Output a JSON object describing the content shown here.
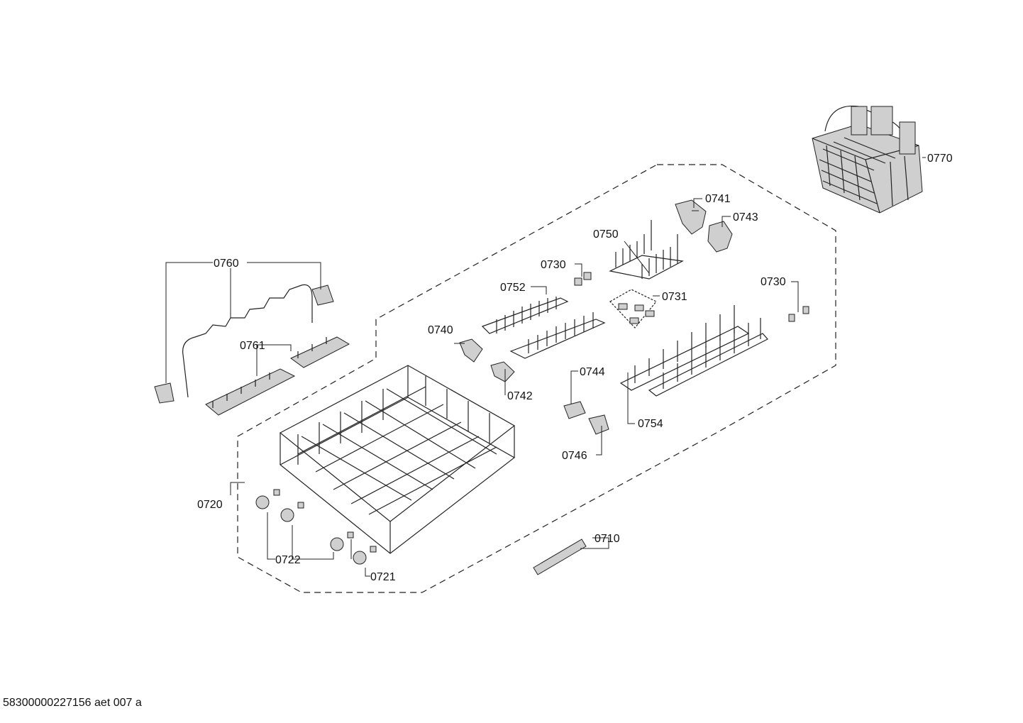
{
  "diagram": {
    "parts": [
      {
        "id": "cutlery-basket",
        "label": "0770"
      },
      {
        "id": "mount-bracket-a",
        "label": "0741"
      },
      {
        "id": "mount-bracket-b",
        "label": "0743"
      },
      {
        "id": "tine-row-rear",
        "label": "0750"
      },
      {
        "id": "clip-upper",
        "label": "0730"
      },
      {
        "id": "clip-right",
        "label": "0730"
      },
      {
        "id": "clip-set",
        "label": "0731"
      },
      {
        "id": "tine-row-middle",
        "label": "0752"
      },
      {
        "id": "bracket-left",
        "label": "0740"
      },
      {
        "id": "bracket-center",
        "label": "0742"
      },
      {
        "id": "handle-guide",
        "label": "0744"
      },
      {
        "id": "handle-lock",
        "label": "0746"
      },
      {
        "id": "tine-row-front",
        "label": "0754"
      },
      {
        "id": "wire-spring",
        "label": "0760"
      },
      {
        "id": "cup-shelf",
        "label": "0761"
      },
      {
        "id": "lower-basket",
        "label": "0720"
      },
      {
        "id": "wheel",
        "label": "0722"
      },
      {
        "id": "wheel-axle",
        "label": "0721"
      },
      {
        "id": "strip",
        "label": "0710"
      }
    ]
  },
  "footer": {
    "code": "58300000227156 aet 007 a"
  }
}
